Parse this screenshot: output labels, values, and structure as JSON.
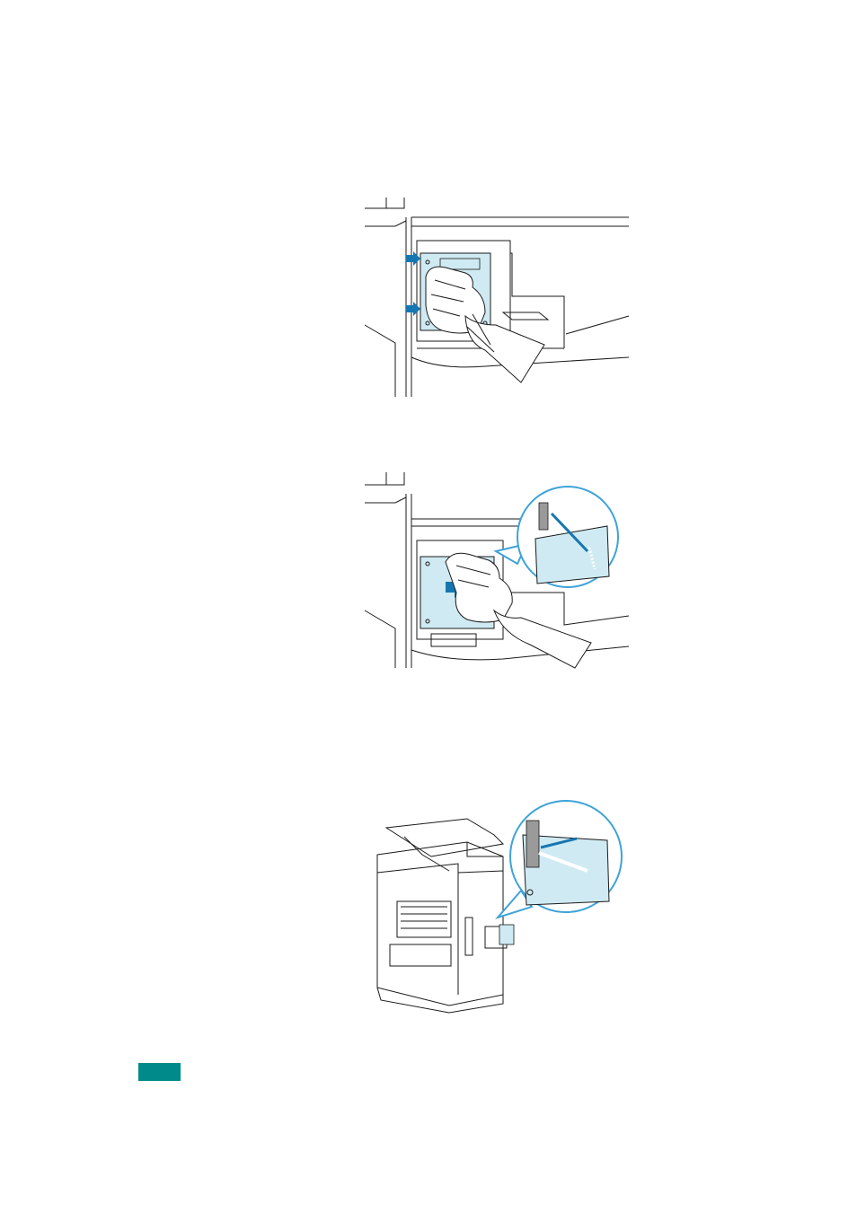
{
  "figures": [
    {
      "id": "fig-1",
      "subject": "removing-control-board-cover"
    },
    {
      "id": "fig-2",
      "subject": "sliding-cover-and-memory-slot-detail"
    },
    {
      "id": "fig-3",
      "subject": "printer-rear-with-memory-installation-detail"
    }
  ],
  "colors": {
    "line": "#1a1a1a",
    "board_fill": "#cfeaf2",
    "arrow": "#1676b0",
    "callout_ring": "#3ea3d8",
    "tab": "#008a8a"
  }
}
